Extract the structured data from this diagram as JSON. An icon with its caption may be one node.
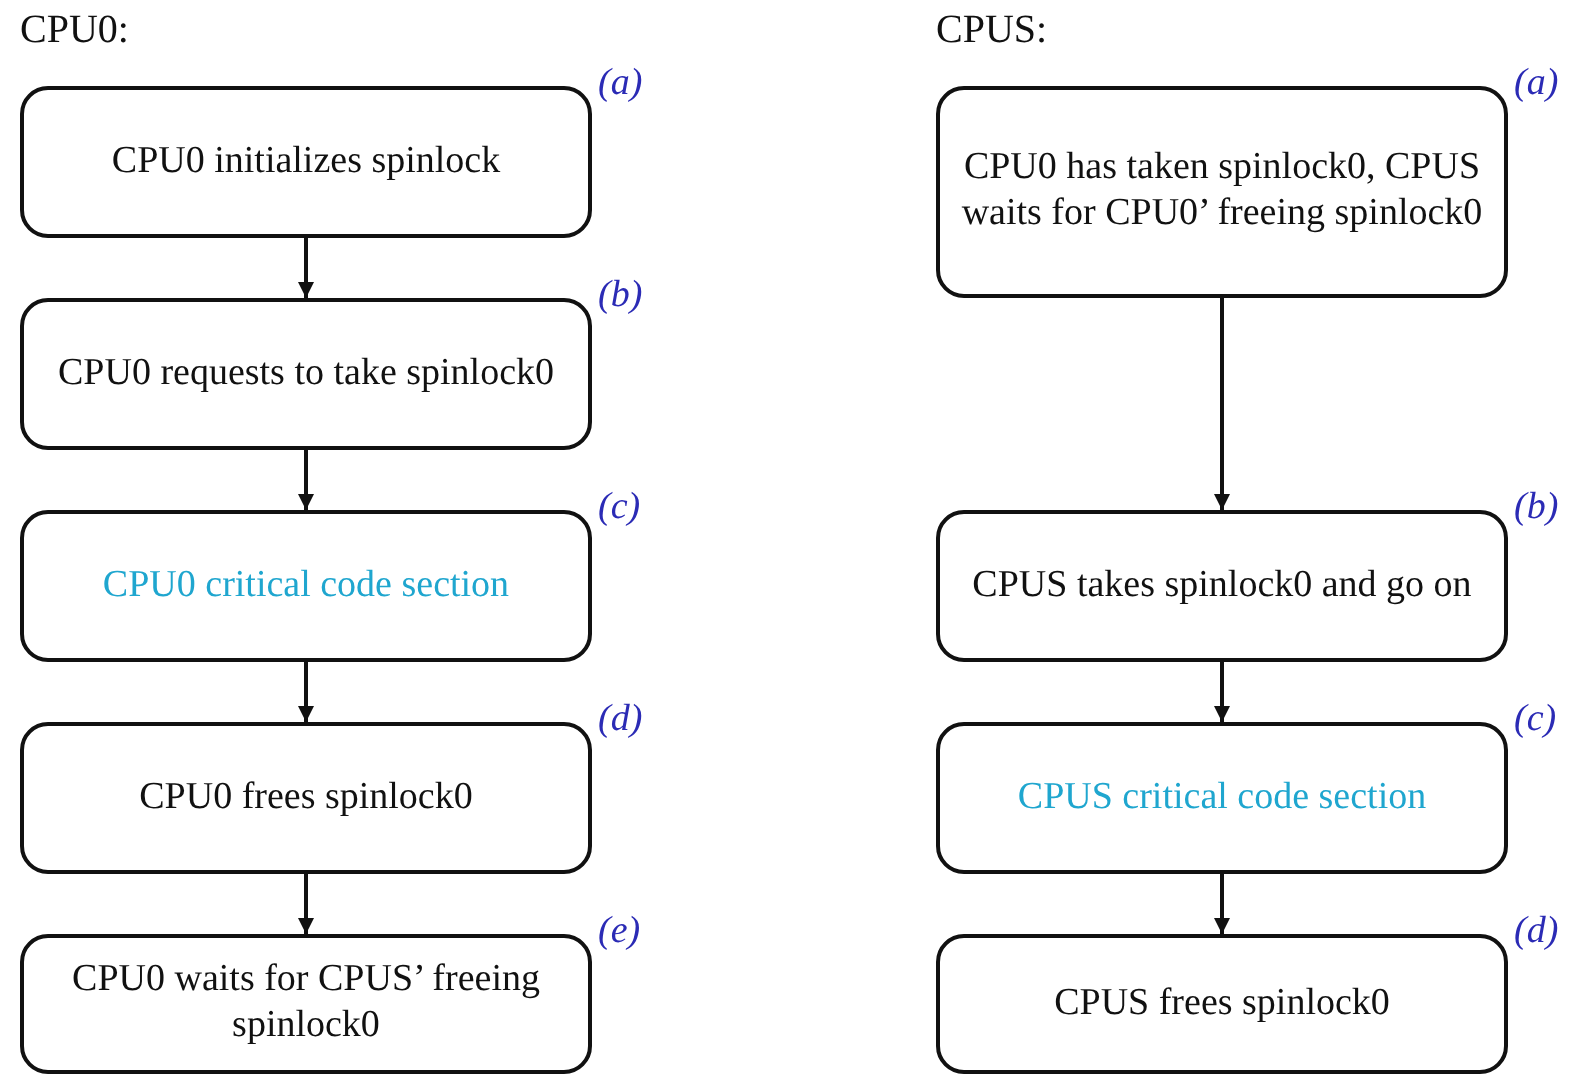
{
  "diagram": {
    "nodes": [
      {
        "text": [
          "CPU0 initializes spinlock"
        ],
        "beside": [
          "(a)"
        ]
      },
      {
        "text": [
          "CPU0 requests to take spinlock0"
        ],
        "beside": [
          "(b)"
        ]
      },
      {
        "text": [
          "CPU0 critical code section"
        ],
        "beside": [
          "(c)"
        ]
      },
      {
        "text": [
          "CPU0 frees spinlock0"
        ],
        "beside": [
          "(d)"
        ]
      },
      {
        "text": [
          "CPU0 waits for CPUS’ freeing spinlock0"
        ],
        "beside": [
          "(e)"
        ]
      },
      {
        "text": [
          "CPU0 has taken spinlock0, CPUS waits for CPU0’ freeing spinlock0"
        ],
        "beside": [
          "(a)"
        ]
      },
      {
        "text": [
          "CPUS takes spinlock0 and go on"
        ],
        "beside": [
          "(b)"
        ]
      },
      {
        "text": [
          "CPUS critical code section"
        ],
        "beside": [
          "(c)"
        ]
      },
      {
        "text": [
          "CPUS frees spinlock0"
        ],
        "beside": [
          "(d)"
        ]
      }
    ],
    "edges": [
      {
        "from": 0,
        "to": 1,
        "arrow": "to"
      },
      {
        "from": 1,
        "to": 2,
        "arrow": "to"
      },
      {
        "from": 2,
        "to": 3,
        "arrow": "to"
      },
      {
        "from": 3,
        "to": 4,
        "arrow": "to"
      },
      {
        "from": 5,
        "to": 6,
        "arrow": "to"
      },
      {
        "from": 6,
        "to": 7,
        "arrow": "to"
      },
      {
        "from": 7,
        "to": 8,
        "arrow": "to"
      }
    ],
    "labels": [
      "CPU0:",
      "CPUS:"
    ]
  }
}
